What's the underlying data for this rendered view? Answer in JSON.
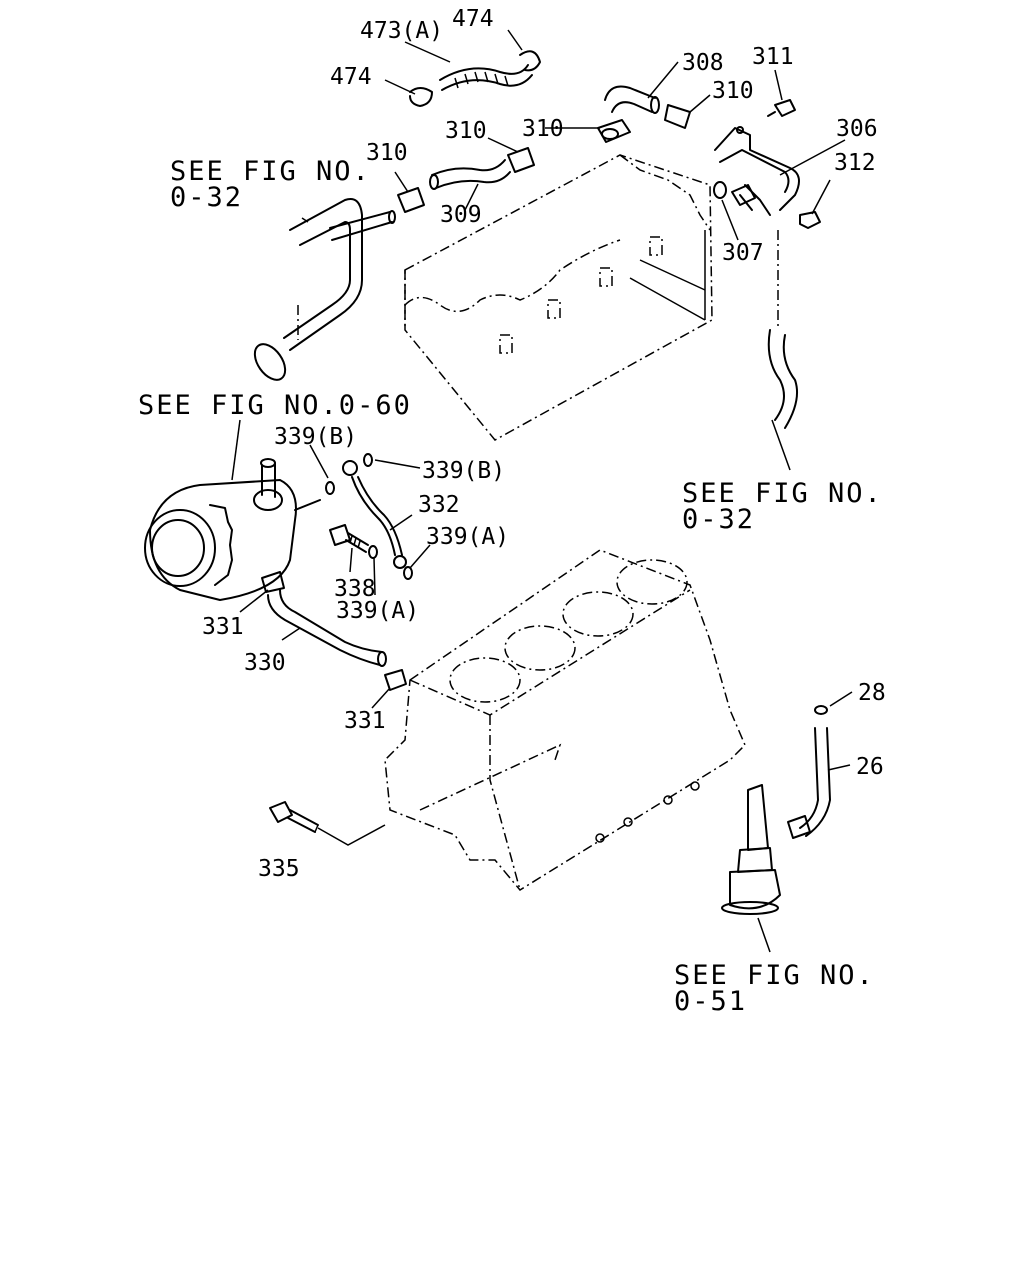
{
  "labels": {
    "p473a": "473(A)",
    "p474_top": "474",
    "p474_left": "474",
    "p308": "308",
    "p311": "311",
    "p310_a": "310",
    "p310_b": "310",
    "p310_c": "310",
    "p310_d": "310",
    "p306": "306",
    "p312": "312",
    "p309": "309",
    "p307": "307",
    "p339b_a": "339(B)",
    "p339b_b": "339(B)",
    "p332": "332",
    "p339a_a": "339(A)",
    "p339a_b": "339(A)",
    "p338": "338",
    "p331_a": "331",
    "p331_b": "331",
    "p330": "330",
    "p28": "28",
    "p26": "26",
    "p335": "335"
  },
  "references": {
    "fig_032_top_line1": "SEE FIG NO.",
    "fig_032_top_line2": "0-32",
    "fig_060": "SEE FIG NO.0-60",
    "fig_032_right_line1": "SEE FIG NO.",
    "fig_032_right_line2": "0-32",
    "fig_051_line1": "SEE FIG NO.",
    "fig_051_line2": "0-51"
  }
}
